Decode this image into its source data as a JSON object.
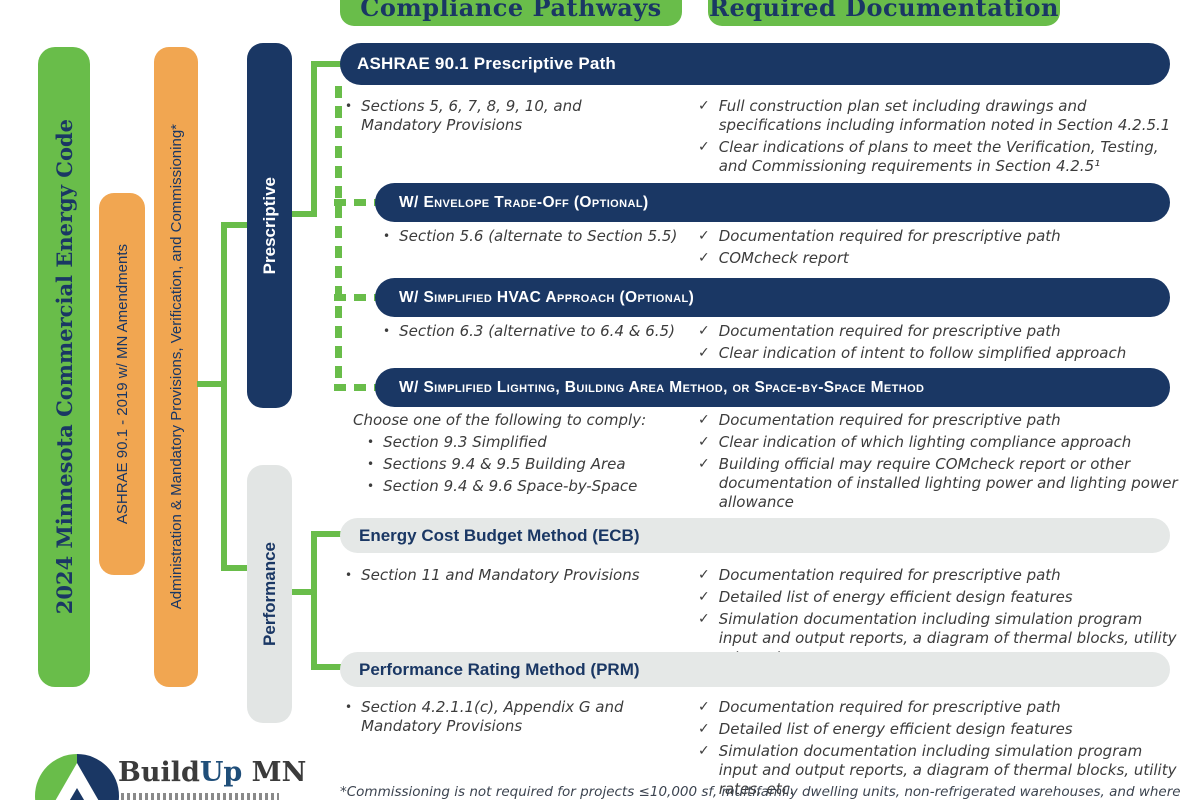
{
  "glyphs": {
    "check": "✓",
    "bullet": "•"
  },
  "top_headers": {
    "compliance": "Compliance Pathways",
    "documentation": "Required Documentation"
  },
  "rails": {
    "code": "2024 Minnesota Commercial Energy Code",
    "ashrae": "ASHRAE 90.1 - 2019 w/ MN Amendments",
    "admin": "Administration & Mandatory Provisions, Verification, and Commissioning*",
    "prescriptive": "Prescriptive",
    "performance": "Performance"
  },
  "sections": [
    {
      "title": "ASHRAE 90.1 Prescriptive Path",
      "bullets": [
        "Sections 5, 6, 7, 8, 9, 10, and Mandatory Provisions"
      ],
      "checks": [
        "Full construction plan set including drawings and specifications including information noted in Section 4.2.5.1",
        "Clear indications of plans to meet the Verification, Testing, and Commissioning requirements in Section 4.2.5¹"
      ]
    },
    {
      "title": "W/ Envelope Trade-Off (Optional)",
      "bullets": [
        "Section 5.6 (alternate to Section 5.5)"
      ],
      "checks": [
        "Documentation required for prescriptive path",
        "COMcheck report"
      ]
    },
    {
      "title": "W/ Simplified HVAC Approach (Optional)",
      "bullets": [
        "Section 6.3 (alternative to 6.4 & 6.5)"
      ],
      "checks": [
        "Documentation required for prescriptive path",
        "Clear indication of intent to follow simplified approach"
      ]
    },
    {
      "title": "W/ Simplified Lighting, Building Area Method, or Space-by-Space Method",
      "intro": "Choose one of the following to comply:",
      "bullets": [
        "Section 9.3 Simplified",
        "Sections 9.4 & 9.5 Building Area",
        "Section 9.4 & 9.6 Space-by-Space"
      ],
      "checks": [
        "Documentation required for prescriptive path",
        "Clear indication of which lighting compliance approach",
        "Building official may require COMcheck report or other documentation of installed lighting power and lighting power allowance"
      ]
    },
    {
      "title": "Energy Cost Budget Method (ECB)",
      "bullets": [
        "Section 11 and Mandatory Provisions"
      ],
      "checks": [
        "Documentation required for prescriptive path",
        "Detailed list of energy efficient design features",
        "Simulation documentation including simulation program input and output reports, a diagram of thermal blocks, utility rates, etc."
      ]
    },
    {
      "title": "Performance Rating Method (PRM)",
      "bullets": [
        "Section 4.2.1.1(c), Appendix G and Mandatory Provisions"
      ],
      "checks": [
        "Documentation required for prescriptive path",
        "Detailed list of energy efficient design features",
        "Simulation documentation including simulation program input and output reports, a diagram of thermal blocks, utility rates, etc."
      ]
    }
  ],
  "footnote": "*Commissioning is not required for projects ≤10,000 sf, multifamily dwelling units, non-refrigerated warehouses, and where the HVAC",
  "logo": {
    "build": "Build",
    "up": "Up",
    "mn": " MN"
  },
  "colors": {
    "green": "#69BD4A",
    "navy": "#1A3764",
    "orange": "#F1A651",
    "gray_bar": "#E5E8E7",
    "body_text": "#3C3C3C"
  }
}
